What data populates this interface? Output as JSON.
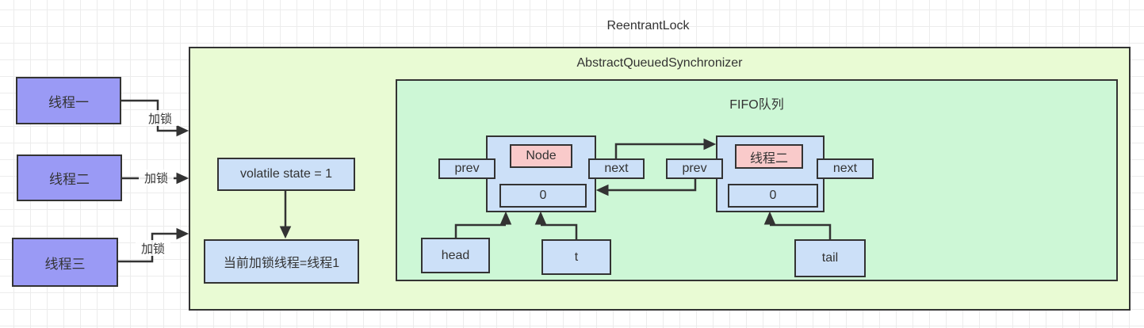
{
  "title": "ReentrantLock",
  "aqs": {
    "label": "AbstractQueuedSynchronizer",
    "state_text": "volatile state = 1",
    "owner_text": "当前加锁线程=线程1"
  },
  "fifo": {
    "label": "FIFO队列",
    "nodes": [
      {
        "title": "Node",
        "prev": "prev",
        "next": "next",
        "value": "0"
      },
      {
        "title": "线程二",
        "prev": "prev",
        "next": "next",
        "value": "0"
      }
    ],
    "pointers": {
      "head": "head",
      "t": "t",
      "tail": "tail"
    }
  },
  "threads": [
    {
      "label": "线程一",
      "edge_label": "加锁"
    },
    {
      "label": "线程二",
      "edge_label": "加锁"
    },
    {
      "label": "线程三",
      "edge_label": "加锁"
    }
  ],
  "colors": {
    "aqs_fill": "#e9fbd4",
    "fifo_fill": "#cdf7d6",
    "thread_fill": "#9a9af5",
    "box_blue": "#cce0f8",
    "box_pink": "#f9caca",
    "stroke": "#333333",
    "grid_line": "#ececec"
  }
}
